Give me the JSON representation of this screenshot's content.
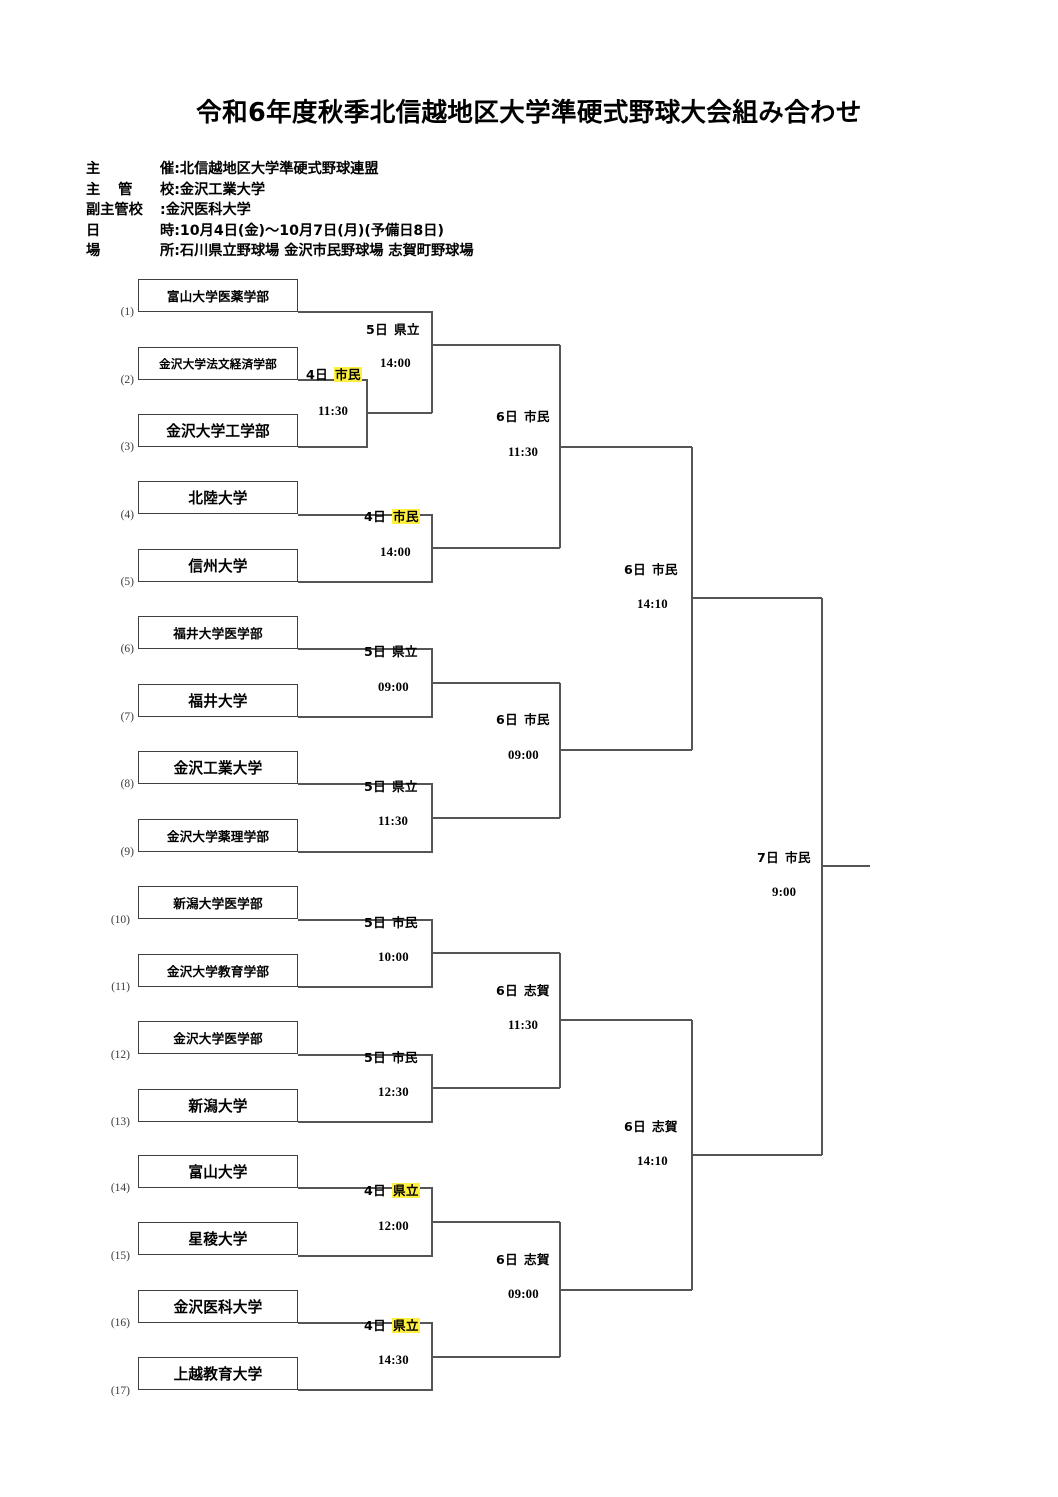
{
  "document": {
    "title": "令和6年度秋季北信越地区大学準硬式野球大会組み合わせ"
  },
  "meta": [
    {
      "label": "主",
      "label2": "催",
      "colon": ":",
      "value": "北信越地区大学準硬式野球連盟"
    },
    {
      "label": "主 管",
      "label2": "校",
      "colon": ":",
      "value": "金沢工業大学"
    },
    {
      "label": "副主管校",
      "label2": "",
      "colon": ":",
      "value": "金沢医科大学"
    },
    {
      "label": "日",
      "label2": "時",
      "colon": ":",
      "value": "10月4日(金)～10月7日(月)(予備日8日)"
    },
    {
      "label": "場",
      "label2": "所",
      "colon": ":",
      "value": "石川県立野球場  金沢市民野球場  志賀町野球場"
    }
  ],
  "bracket": {
    "teams": [
      {
        "seed": "(1)",
        "name": "富山大学医薬学部"
      },
      {
        "seed": "(2)",
        "name": "金沢大学法文経済学部"
      },
      {
        "seed": "(3)",
        "name": "金沢大学工学部"
      },
      {
        "seed": "(4)",
        "name": "北陸大学"
      },
      {
        "seed": "(5)",
        "name": "信州大学"
      },
      {
        "seed": "(6)",
        "name": "福井大学医学部"
      },
      {
        "seed": "(7)",
        "name": "福井大学"
      },
      {
        "seed": "(8)",
        "name": "金沢工業大学"
      },
      {
        "seed": "(9)",
        "name": "金沢大学薬理学部"
      },
      {
        "seed": "(10)",
        "name": "新潟大学医学部"
      },
      {
        "seed": "(11)",
        "name": "金沢大学教育学部"
      },
      {
        "seed": "(12)",
        "name": "金沢大学医学部"
      },
      {
        "seed": "(13)",
        "name": "新潟大学"
      },
      {
        "seed": "(14)",
        "name": "富山大学"
      },
      {
        "seed": "(15)",
        "name": "星稜大学"
      },
      {
        "seed": "(16)",
        "name": "金沢医科大学"
      },
      {
        "seed": "(17)",
        "name": "上越教育大学"
      }
    ],
    "matches": [
      {
        "id": "m-2v3",
        "day": "4日",
        "venue": "市民",
        "highlight": true,
        "time": "11:30"
      },
      {
        "id": "m-1vw",
        "day": "5日",
        "venue": "県立",
        "highlight": false,
        "time": "14:00"
      },
      {
        "id": "m-4v5",
        "day": "4日",
        "venue": "市民",
        "highlight": true,
        "time": "14:00"
      },
      {
        "id": "m-qf-upper-1",
        "day": "6日",
        "venue": "市民",
        "highlight": false,
        "time": "11:30"
      },
      {
        "id": "m-6v7",
        "day": "5日",
        "venue": "県立",
        "highlight": false,
        "time": "09:00"
      },
      {
        "id": "m-8v9",
        "day": "5日",
        "venue": "県立",
        "highlight": false,
        "time": "11:30"
      },
      {
        "id": "m-qf-upper-2",
        "day": "6日",
        "venue": "市民",
        "highlight": false,
        "time": "09:00"
      },
      {
        "id": "m-sf-upper",
        "day": "6日",
        "venue": "市民",
        "highlight": false,
        "time": "14:10"
      },
      {
        "id": "m-10v11",
        "day": "5日",
        "venue": "市民",
        "highlight": false,
        "time": "10:00"
      },
      {
        "id": "m-12v13",
        "day": "5日",
        "venue": "市民",
        "highlight": false,
        "time": "12:30"
      },
      {
        "id": "m-qf-lower-1",
        "day": "6日",
        "venue": "志賀",
        "highlight": false,
        "time": "11:30"
      },
      {
        "id": "m-14v15",
        "day": "4日",
        "venue": "県立",
        "highlight": true,
        "time": "12:00"
      },
      {
        "id": "m-16v17",
        "day": "4日",
        "venue": "県立",
        "highlight": true,
        "time": "14:30"
      },
      {
        "id": "m-qf-lower-2",
        "day": "6日",
        "venue": "志賀",
        "highlight": false,
        "time": "09:00"
      },
      {
        "id": "m-sf-lower",
        "day": "6日",
        "venue": "志賀",
        "highlight": false,
        "time": "14:10"
      },
      {
        "id": "m-final",
        "day": "7日",
        "venue": "市民",
        "highlight": false,
        "time": "9:00"
      }
    ]
  },
  "colors": {
    "highlight": "#ffef3f",
    "box_border": "#3f3f3f",
    "line": "#555555",
    "text": "#000000"
  }
}
